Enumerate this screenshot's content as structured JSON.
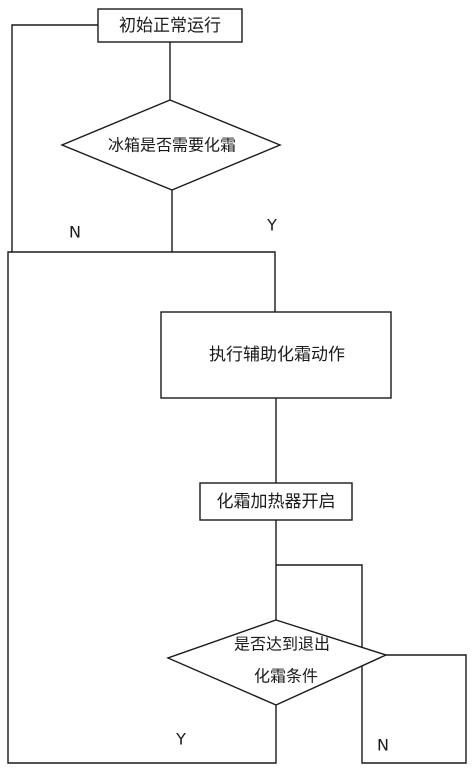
{
  "diagram": {
    "nodes": {
      "start": {
        "text": "初始正常运行"
      },
      "check_defrost": {
        "text": "冰箱是否需要化霜"
      },
      "assist_defrost": {
        "text": "执行辅助化霜动作"
      },
      "heater_on": {
        "text": "化霜加热器开启"
      },
      "check_exit": {
        "line1": "是否达到退出",
        "line2": "化霜条件"
      }
    },
    "edge_labels": {
      "defrost_no": "N",
      "defrost_yes": "Y",
      "exit_yes": "Y",
      "exit_no": "N"
    },
    "line_color": "#1a1a1a"
  }
}
